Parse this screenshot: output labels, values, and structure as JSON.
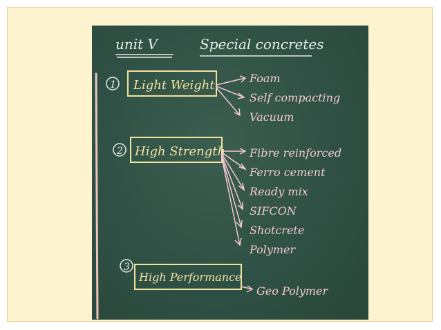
{
  "title": {
    "unit": "unit V",
    "heading": "Special concretes"
  },
  "categories": [
    {
      "number": "1",
      "label": "Light Weight",
      "items": [
        "Foam",
        "Self compacting",
        "Vacuum"
      ]
    },
    {
      "number": "2",
      "label": "High Strength",
      "items": [
        "Fibre reinforced",
        "Ferro cement",
        "Ready mix",
        "SIFCON",
        "Shotcrete",
        "Polymer"
      ]
    },
    {
      "number": "3",
      "label": "High Performance",
      "items": [
        "Geo Polymer"
      ]
    }
  ],
  "colors": {
    "chalk_white": "#e8ece4",
    "chalk_yellow": "#f2e2a0",
    "chalk_pink": "#f4c8d2",
    "board": "#2f5145",
    "slide_bg": "#fdf3cf"
  }
}
